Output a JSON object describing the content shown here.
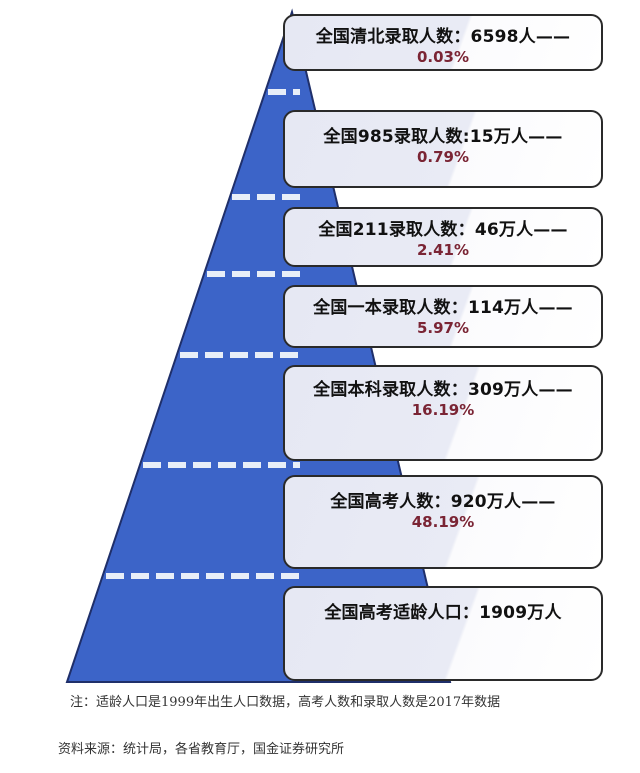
{
  "colors": {
    "pyramid_fill": "#3c64c8",
    "pyramid_outline": "#1f2f6a",
    "dash": "#e8eef8",
    "box_border": "#2a2a2a",
    "percent_text": "#7a2434"
  },
  "levels": [
    {
      "title": "全国清北录取人数：6598人——",
      "percent": "0.03%"
    },
    {
      "title": "全国985录取人数:15万人——",
      "percent": "0.79%"
    },
    {
      "title": "全国211录取人数：46万人——",
      "percent": "2.41%"
    },
    {
      "title": "全国一本录取人数：114万人——",
      "percent": "5.97%"
    },
    {
      "title": "全国本科录取人数：309万人——",
      "percent": "16.19%"
    },
    {
      "title": "全国高考人数：920万人——",
      "percent": "48.19%"
    },
    {
      "title": "全国高考适龄人口：1909万人",
      "percent": ""
    }
  ],
  "footnote": "注：适龄人口是1999年出生人口数据，高考人数和录取人数是2017年数据",
  "source": "资料来源：统计局，各省教育厅，国金证券研究所"
}
